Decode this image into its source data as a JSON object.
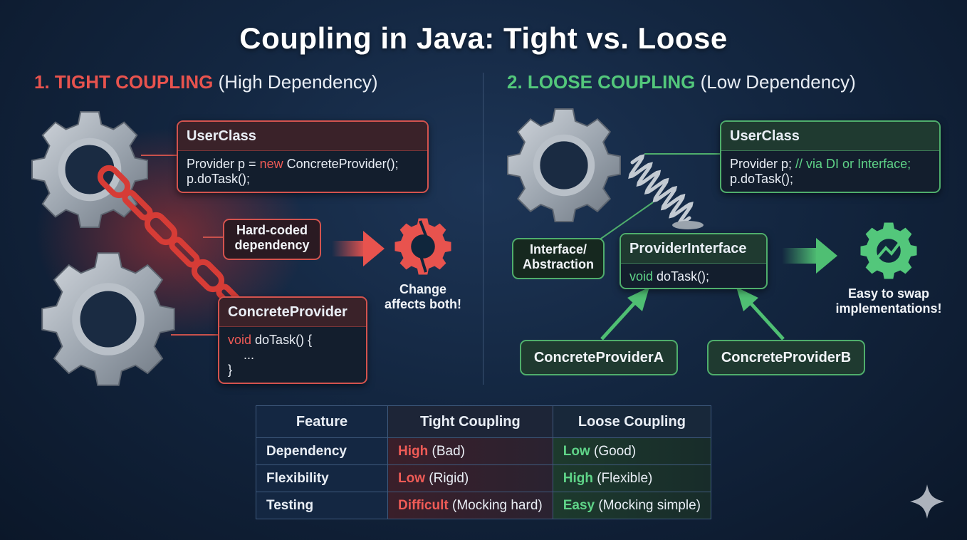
{
  "title": "Coupling in Java: Tight vs. Loose",
  "tight": {
    "heading_strong": "1. TIGHT COUPLING",
    "heading_rest": "(High Dependency)",
    "userclass": {
      "name": "UserClass",
      "line1_pre": "Provider p = ",
      "line1_kw": "new",
      "line1_post": " ConcreteProvider();",
      "line2": "p.doTask();"
    },
    "label": {
      "line1": "Hard-coded",
      "line2": "dependency"
    },
    "provider": {
      "name": "ConcreteProvider",
      "line1_kw": "void",
      "line1_post": " doTask() {",
      "line2": "...",
      "line3": "}"
    },
    "consequence": {
      "line1": "Change",
      "line2": "affects both!"
    }
  },
  "loose": {
    "heading_strong": "2. LOOSE COUPLING",
    "heading_rest": "(Low Dependency)",
    "userclass": {
      "name": "UserClass",
      "line1_pre": "Provider p; ",
      "line1_comment": "// via DI or Interface;",
      "line2": "p.doTask();"
    },
    "label": {
      "line1": "Interface/",
      "line2": "Abstraction"
    },
    "interface": {
      "name": "ProviderInterface",
      "line1_kw": "void",
      "line1_post": " doTask();"
    },
    "impl_a": "ConcreteProviderA",
    "impl_b": "ConcreteProviderB",
    "consequence": {
      "line1": "Easy to swap",
      "line2": "implementations!"
    }
  },
  "table": {
    "headers": {
      "feature": "Feature",
      "tight": "Tight Coupling",
      "loose": "Loose Coupling"
    },
    "rows": [
      {
        "feature": "Dependency",
        "tight_strong": "High",
        "tight_rest": " (Bad)",
        "loose_strong": "Low",
        "loose_rest": " (Good)"
      },
      {
        "feature": "Flexibility",
        "tight_strong": "Low",
        "tight_rest": " (Rigid)",
        "loose_strong": "High",
        "loose_rest": " (Flexible)"
      },
      {
        "feature": "Testing",
        "tight_strong": "Difficult",
        "tight_rest": " (Mocking hard)",
        "loose_strong": "Easy",
        "loose_rest": " (Mocking simple)"
      }
    ]
  },
  "colors": {
    "tight": "#e8534e",
    "loose": "#53c77b",
    "background": "#132640"
  },
  "icons": [
    "gear-icon",
    "chain-icon",
    "spring-icon",
    "broken-gear-icon",
    "growth-gear-icon",
    "arrow-icon",
    "sparkle-icon"
  ]
}
